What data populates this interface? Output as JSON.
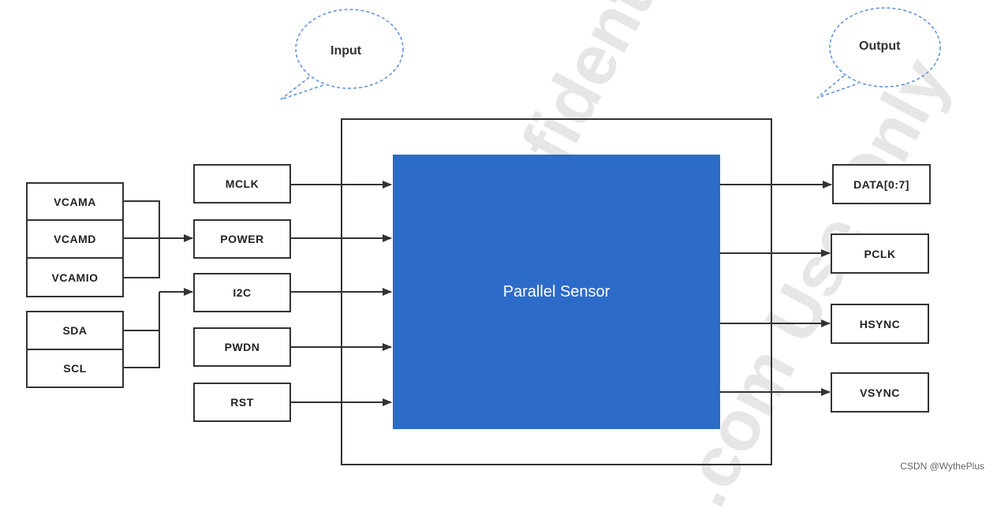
{
  "callouts": {
    "input": "Input",
    "output": "Output"
  },
  "sensor": {
    "label": "Parallel Sensor"
  },
  "power_rails": [
    "VCAMA",
    "VCAMD",
    "VCAMIO"
  ],
  "i2c_lines": [
    "SDA",
    "SCL"
  ],
  "inputs": [
    "MCLK",
    "POWER",
    "I2C",
    "PWDN",
    "RST"
  ],
  "outputs": [
    "DATA[0:7]",
    "PCLK",
    "HSYNC",
    "VSYNC"
  ],
  "watermark": {
    "line1": "Confidential",
    "line2": ".com Use Only"
  },
  "credit": "CSDN @WythePlus",
  "colors": {
    "sensor": "#2d6bc8",
    "line": "#333333",
    "bubble": "#5b8fd6"
  }
}
